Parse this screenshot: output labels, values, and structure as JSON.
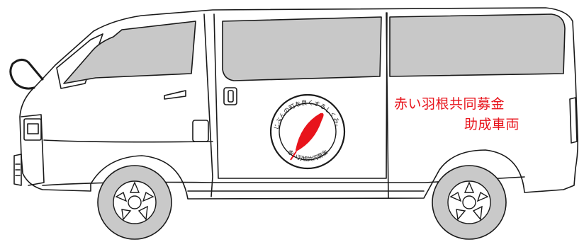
{
  "livery": {
    "line1": "赤い羽根共同募金",
    "line2": "助成車両",
    "color": "#e8141c"
  },
  "emblem": {
    "arc_top_text": "じぶんの町を良くするしくみ。",
    "arc_bottom_text": "赤い羽根共同募金",
    "feather_color": "#e8141c"
  },
  "colors": {
    "body": "#ffffff",
    "outline": "#1a1a1a",
    "glass": "#c8c8c8",
    "tire": "#c9c9c9"
  },
  "icons": {
    "logo": "red-feather-icon",
    "wheel": "alloy-wheel-icon"
  }
}
